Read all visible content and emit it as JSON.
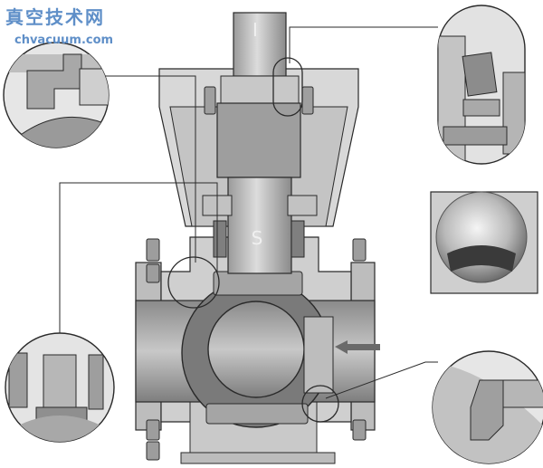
{
  "watermark": {
    "title": "真空技术网",
    "url": "chvacuum.com",
    "color": "#5f8fc8"
  },
  "diagram": {
    "stem_top_mark": "I",
    "stem_mark": "S",
    "flow_arrow": "arrow-left",
    "colors": {
      "metal_dark": "#8d8d8d",
      "metal_mid": "#b3b3b3",
      "metal_light": "#d9d9d9",
      "outline": "#2a2a2a"
    }
  }
}
